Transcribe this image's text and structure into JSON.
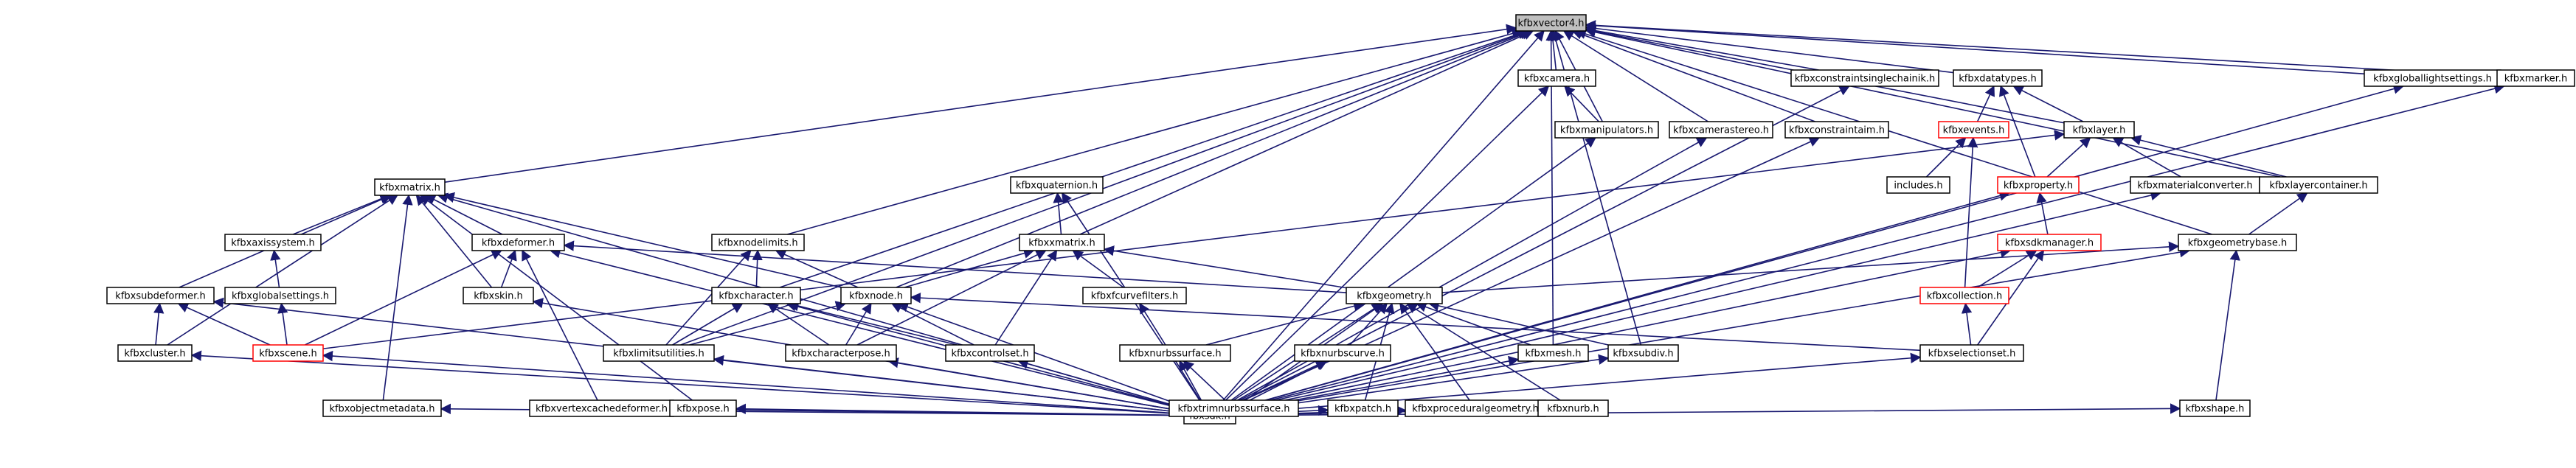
{
  "colors": {
    "edge": "#191970",
    "box_border": "#000000",
    "incomplete_border": "#ff0000",
    "root_fill": "#bfbfbf",
    "background": "#ffffff"
  },
  "nodes": [
    {
      "id": "kfbxvector4",
      "label": "kfbxvector4.h",
      "style": "gray"
    },
    {
      "id": "fbxsdk",
      "label": "fbxsdk.h",
      "style": "normal"
    },
    {
      "id": "kfbxmatrix",
      "label": "kfbxmatrix.h",
      "style": "normal"
    },
    {
      "id": "kfbxaxissystem",
      "label": "kfbxaxissystem.h",
      "style": "normal"
    },
    {
      "id": "kfbxglobalsettings",
      "label": "kfbxglobalsettings.h",
      "style": "normal"
    },
    {
      "id": "kfbxscene",
      "label": "kfbxscene.h",
      "style": "red"
    },
    {
      "id": "kfbxsubdeformer",
      "label": "kfbxsubdeformer.h",
      "style": "normal"
    },
    {
      "id": "kfbxcluster",
      "label": "kfbxcluster.h",
      "style": "normal"
    },
    {
      "id": "kfbxdeformer",
      "label": "kfbxdeformer.h",
      "style": "normal"
    },
    {
      "id": "kfbxskin",
      "label": "kfbxskin.h",
      "style": "normal"
    },
    {
      "id": "kfbxobjectmetadata",
      "label": "kfbxobjectmetadata.h",
      "style": "normal"
    },
    {
      "id": "kfbxvertexcachedeformer",
      "label": "kfbxvertexcachedeformer.h",
      "style": "normal"
    },
    {
      "id": "kfbxpose",
      "label": "kfbxpose.h",
      "style": "normal"
    },
    {
      "id": "kfbxnodelimits",
      "label": "kfbxnodelimits.h",
      "style": "normal"
    },
    {
      "id": "kfbxcharacter",
      "label": "kfbxcharacter.h",
      "style": "normal"
    },
    {
      "id": "kfbxlimitsutilities",
      "label": "kfbxlimitsutilities.h",
      "style": "normal"
    },
    {
      "id": "kfbxnode",
      "label": "kfbxnode.h",
      "style": "normal"
    },
    {
      "id": "kfbxcharacterpose",
      "label": "kfbxcharacterpose.h",
      "style": "normal"
    },
    {
      "id": "kfbxcontrolset",
      "label": "kfbxcontrolset.h",
      "style": "normal"
    },
    {
      "id": "kfbxquaternion",
      "label": "kfbxquaternion.h",
      "style": "normal"
    },
    {
      "id": "kfbxxmatrix",
      "label": "kfbxxmatrix.h",
      "style": "normal"
    },
    {
      "id": "kfbxfcurvefilters",
      "label": "kfbxfcurvefilters.h",
      "style": "normal"
    },
    {
      "id": "kfbxcamera",
      "label": "kfbxcamera.h",
      "style": "normal"
    },
    {
      "id": "kfbxmanipulators",
      "label": "kfbxmanipulators.h",
      "style": "normal"
    },
    {
      "id": "kfbxcamerastereo",
      "label": "kfbxcamerastereo.h",
      "style": "normal"
    },
    {
      "id": "kfbxconstraintaim",
      "label": "kfbxconstraintaim.h",
      "style": "normal"
    },
    {
      "id": "kfbxconstraintsinglechainik",
      "label": "kfbxconstraintsinglechainik.h",
      "style": "normal"
    },
    {
      "id": "kfbxdatatypes",
      "label": "kfbxdatatypes.h",
      "style": "normal"
    },
    {
      "id": "kfbxevents",
      "label": "kfbxevents.h",
      "style": "red"
    },
    {
      "id": "includes",
      "label": "includes.h",
      "style": "normal"
    },
    {
      "id": "kfbxlayer",
      "label": "kfbxlayer.h",
      "style": "normal"
    },
    {
      "id": "kfbxproperty",
      "label": "kfbxproperty.h",
      "style": "red"
    },
    {
      "id": "kfbxsdkmanager",
      "label": "kfbxsdkmanager.h",
      "style": "red"
    },
    {
      "id": "kfbxcollection",
      "label": "kfbxcollection.h",
      "style": "red"
    },
    {
      "id": "kfbxselectionset",
      "label": "kfbxselectionset.h",
      "style": "normal"
    },
    {
      "id": "kfbxmaterialconverter",
      "label": "kfbxmaterialconverter.h",
      "style": "normal"
    },
    {
      "id": "kfbxlayercontainer",
      "label": "kfbxlayercontainer.h",
      "style": "normal"
    },
    {
      "id": "kfbxgeometrybase",
      "label": "kfbxgeometrybase.h",
      "style": "normal"
    },
    {
      "id": "kfbxgeometry",
      "label": "kfbxgeometry.h",
      "style": "normal"
    },
    {
      "id": "kfbxnurbssurface",
      "label": "kfbxnurbssurface.h",
      "style": "normal"
    },
    {
      "id": "kfbxnurbscurve",
      "label": "kfbxnurbscurve.h",
      "style": "normal"
    },
    {
      "id": "kfbxtrimnurbssurface",
      "label": "kfbxtrimnurbssurface.h",
      "style": "normal"
    },
    {
      "id": "kfbxpatch",
      "label": "kfbxpatch.h",
      "style": "normal"
    },
    {
      "id": "kfbxproceduralgeometry",
      "label": "kfbxproceduralgeometry.h",
      "style": "normal"
    },
    {
      "id": "kfbxmesh",
      "label": "kfbxmesh.h",
      "style": "normal"
    },
    {
      "id": "kfbxsubdiv",
      "label": "kfbxsubdiv.h",
      "style": "normal"
    },
    {
      "id": "kfbxnurb",
      "label": "kfbxnurb.h",
      "style": "normal"
    },
    {
      "id": "kfbxshape",
      "label": "kfbxshape.h",
      "style": "normal"
    },
    {
      "id": "kfbxgloballightsettings",
      "label": "kfbxgloballightsettings.h",
      "style": "normal"
    },
    {
      "id": "kfbxmarker",
      "label": "kfbxmarker.h",
      "style": "normal"
    }
  ],
  "edges": [
    [
      "fbxsdk",
      "kfbxvector4"
    ],
    [
      "kfbxmatrix",
      "kfbxvector4"
    ],
    [
      "kfbxnodelimits",
      "kfbxvector4"
    ],
    [
      "kfbxcharacter",
      "kfbxvector4"
    ],
    [
      "kfbxlimitsutilities",
      "kfbxvector4"
    ],
    [
      "kfbxnode",
      "kfbxvector4"
    ],
    [
      "kfbxxmatrix",
      "kfbxvector4"
    ],
    [
      "kfbxcamera",
      "kfbxvector4"
    ],
    [
      "kfbxmanipulators",
      "kfbxvector4"
    ],
    [
      "kfbxcamerastereo",
      "kfbxvector4"
    ],
    [
      "kfbxconstraintaim",
      "kfbxvector4"
    ],
    [
      "kfbxconstraintsinglechainik",
      "kfbxvector4"
    ],
    [
      "kfbxdatatypes",
      "kfbxvector4"
    ],
    [
      "kfbxlayer",
      "kfbxvector4"
    ],
    [
      "kfbxlayercontainer",
      "kfbxvector4"
    ],
    [
      "kfbxgeometrybase",
      "kfbxvector4"
    ],
    [
      "kfbxgloballightsettings",
      "kfbxvector4"
    ],
    [
      "kfbxmarker",
      "kfbxvector4"
    ],
    [
      "kfbxmesh",
      "kfbxvector4"
    ],
    [
      "kfbxsubdiv",
      "kfbxvector4"
    ],
    [
      "kfbxaxissystem",
      "kfbxmatrix"
    ],
    [
      "kfbxdeformer",
      "kfbxmatrix"
    ],
    [
      "kfbxsubdeformer",
      "kfbxmatrix"
    ],
    [
      "kfbxcluster",
      "kfbxmatrix"
    ],
    [
      "kfbxskin",
      "kfbxmatrix"
    ],
    [
      "kfbxobjectmetadata",
      "kfbxmatrix"
    ],
    [
      "kfbxpose",
      "kfbxmatrix"
    ],
    [
      "kfbxnode",
      "kfbxmatrix"
    ],
    [
      "fbxsdk",
      "kfbxmatrix"
    ],
    [
      "kfbxglobalsettings",
      "kfbxaxissystem"
    ],
    [
      "kfbxscene",
      "kfbxglobalsettings"
    ],
    [
      "kfbxcluster",
      "kfbxsubdeformer"
    ],
    [
      "fbxsdk",
      "kfbxsubdeformer"
    ],
    [
      "kfbxscene",
      "kfbxsubdeformer"
    ],
    [
      "fbxsdk",
      "kfbxcluster"
    ],
    [
      "kfbxskin",
      "kfbxdeformer"
    ],
    [
      "kfbxvertexcachedeformer",
      "kfbxdeformer"
    ],
    [
      "kfbxscene",
      "kfbxdeformer"
    ],
    [
      "fbxsdk",
      "kfbxdeformer"
    ],
    [
      "kfbxgeometry",
      "kfbxdeformer"
    ],
    [
      "fbxsdk",
      "kfbxskin"
    ],
    [
      "fbxsdk",
      "kfbxobjectmetadata"
    ],
    [
      "fbxsdk",
      "kfbxvertexcachedeformer"
    ],
    [
      "fbxsdk",
      "kfbxpose"
    ],
    [
      "kfbxscene",
      "kfbxlayer"
    ],
    [
      "fbxsdk",
      "kfbxscene"
    ],
    [
      "kfbxcharacter",
      "kfbxnodelimits"
    ],
    [
      "kfbxlimitsutilities",
      "kfbxnodelimits"
    ],
    [
      "kfbxnode",
      "kfbxnodelimits"
    ],
    [
      "kfbxlimitsutilities",
      "kfbxcharacter"
    ],
    [
      "kfbxcharacterpose",
      "kfbxcharacter"
    ],
    [
      "kfbxcontrolset",
      "kfbxcharacter"
    ],
    [
      "fbxsdk",
      "kfbxcharacter"
    ],
    [
      "fbxsdk",
      "kfbxlimitsutilities"
    ],
    [
      "kfbxcharacterpose",
      "kfbxnode"
    ],
    [
      "kfbxlimitsutilities",
      "kfbxnode"
    ],
    [
      "kfbxcontrolset",
      "kfbxnode"
    ],
    [
      "kfbxselectionset",
      "kfbxnode"
    ],
    [
      "fbxsdk",
      "kfbxnode"
    ],
    [
      "fbxsdk",
      "kfbxcharacterpose"
    ],
    [
      "fbxsdk",
      "kfbxcontrolset"
    ],
    [
      "kfbxxmatrix",
      "kfbxquaternion"
    ],
    [
      "fbxsdk",
      "kfbxquaternion"
    ],
    [
      "kfbxnode",
      "kfbxxmatrix"
    ],
    [
      "kfbxcharacterpose",
      "kfbxxmatrix"
    ],
    [
      "kfbxcontrolset",
      "kfbxxmatrix"
    ],
    [
      "kfbxfcurvefilters",
      "kfbxxmatrix"
    ],
    [
      "kfbxgeometry",
      "kfbxxmatrix"
    ],
    [
      "fbxsdk",
      "kfbxfcurvefilters"
    ],
    [
      "kfbxmanipulators",
      "kfbxcamera"
    ],
    [
      "fbxsdk",
      "kfbxcamera"
    ],
    [
      "fbxsdk",
      "kfbxmanipulators"
    ],
    [
      "fbxsdk",
      "kfbxcamerastereo"
    ],
    [
      "fbxsdk",
      "kfbxconstraintaim"
    ],
    [
      "fbxsdk",
      "kfbxconstraintsinglechainik"
    ],
    [
      "kfbxevents",
      "kfbxdatatypes"
    ],
    [
      "kfbxproperty",
      "kfbxdatatypes"
    ],
    [
      "kfbxlayer",
      "kfbxdatatypes"
    ],
    [
      "includes",
      "kfbxevents"
    ],
    [
      "kfbxcollection",
      "kfbxevents"
    ],
    [
      "kfbxsdkmanager",
      "kfbxproperty"
    ],
    [
      "fbxsdk",
      "kfbxproperty"
    ],
    [
      "kfbxproperty",
      "kfbxlayer"
    ],
    [
      "kfbxmaterialconverter",
      "kfbxlayer"
    ],
    [
      "kfbxlayercontainer",
      "kfbxlayer"
    ],
    [
      "kfbxcollection",
      "kfbxsdkmanager"
    ],
    [
      "kfbxselectionset",
      "kfbxsdkmanager"
    ],
    [
      "fbxsdk",
      "kfbxsdkmanager"
    ],
    [
      "kfbxselectionset",
      "kfbxcollection"
    ],
    [
      "fbxsdk",
      "kfbxselectionset"
    ],
    [
      "fbxsdk",
      "kfbxmaterialconverter"
    ],
    [
      "kfbxgeometrybase",
      "kfbxlayercontainer"
    ],
    [
      "kfbxgeometry",
      "kfbxgeometrybase"
    ],
    [
      "kfbxshape",
      "kfbxgeometrybase"
    ],
    [
      "fbxsdk",
      "kfbxgeometrybase"
    ],
    [
      "kfbxnurbssurface",
      "kfbxgeometry"
    ],
    [
      "kfbxnurbscurve",
      "kfbxgeometry"
    ],
    [
      "kfbxtrimnurbssurface",
      "kfbxgeometry"
    ],
    [
      "kfbxpatch",
      "kfbxgeometry"
    ],
    [
      "kfbxproceduralgeometry",
      "kfbxgeometry"
    ],
    [
      "kfbxmesh",
      "kfbxgeometry"
    ],
    [
      "kfbxsubdiv",
      "kfbxgeometry"
    ],
    [
      "kfbxnurb",
      "kfbxgeometry"
    ],
    [
      "fbxsdk",
      "kfbxgeometry"
    ],
    [
      "kfbxtrimnurbssurface",
      "kfbxnurbssurface"
    ],
    [
      "fbxsdk",
      "kfbxnurbssurface"
    ],
    [
      "kfbxtrimnurbssurface",
      "kfbxnurbscurve"
    ],
    [
      "fbxsdk",
      "kfbxnurbscurve"
    ],
    [
      "fbxsdk",
      "kfbxtrimnurbssurface"
    ],
    [
      "fbxsdk",
      "kfbxpatch"
    ],
    [
      "fbxsdk",
      "kfbxproceduralgeometry"
    ],
    [
      "fbxsdk",
      "kfbxmesh"
    ],
    [
      "fbxsdk",
      "kfbxsubdiv"
    ],
    [
      "fbxsdk",
      "kfbxnurb"
    ],
    [
      "fbxsdk",
      "kfbxshape"
    ],
    [
      "fbxsdk",
      "kfbxgloballightsettings"
    ],
    [
      "fbxsdk",
      "kfbxmarker"
    ]
  ]
}
